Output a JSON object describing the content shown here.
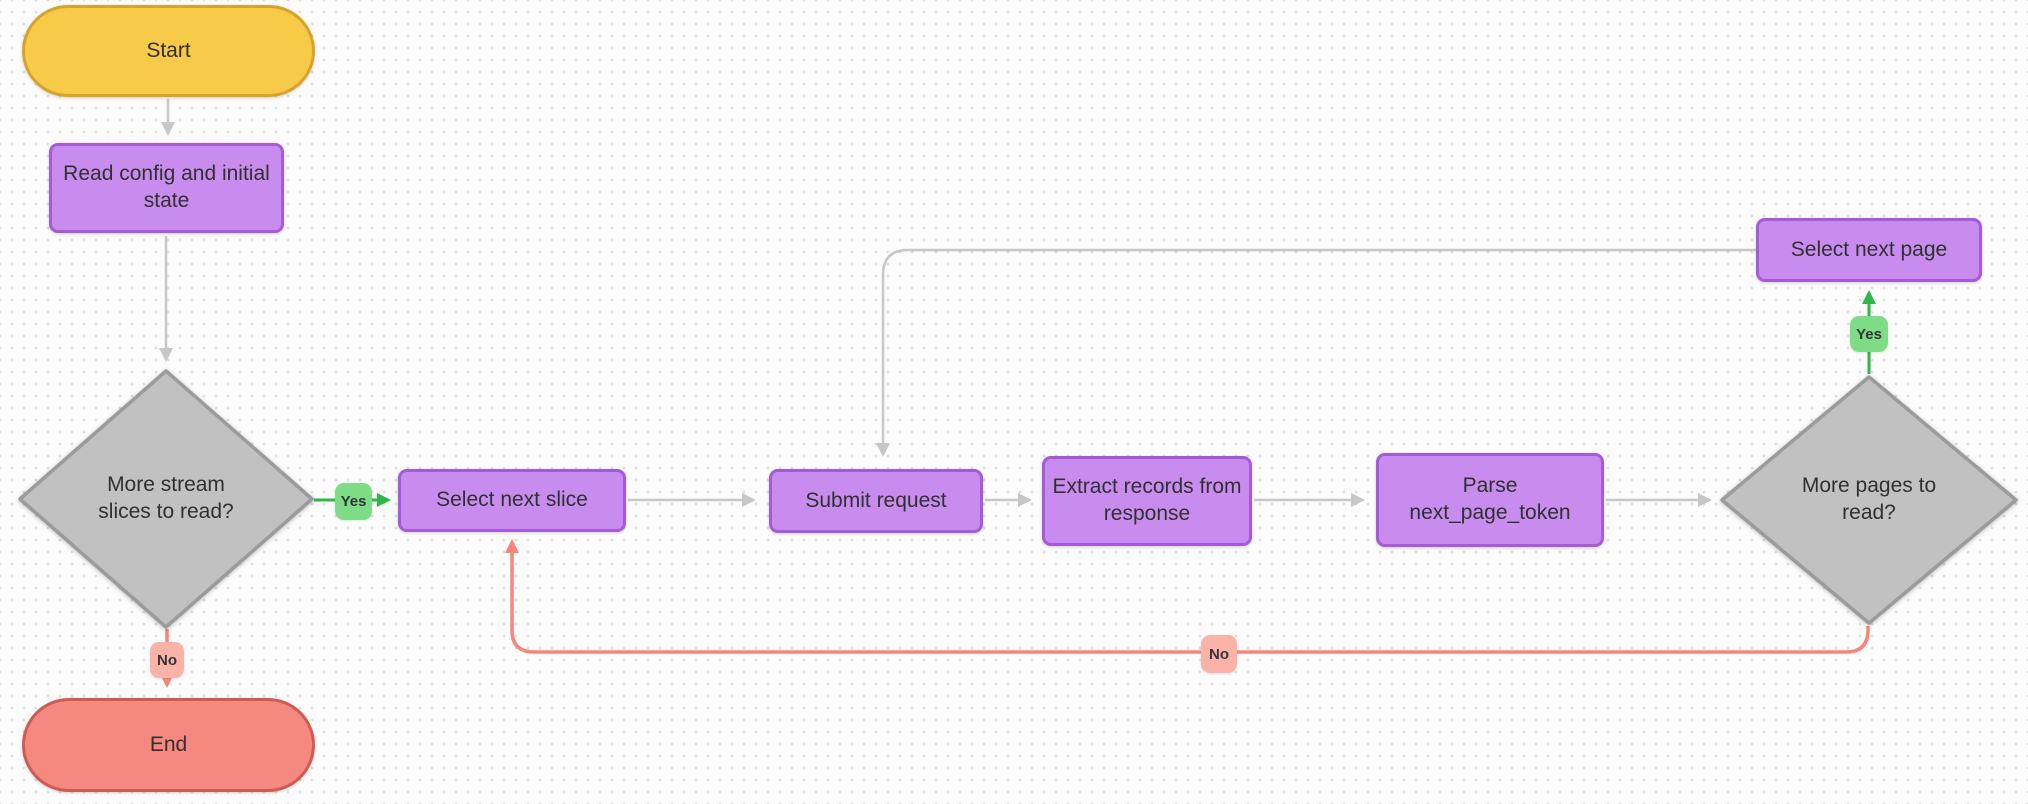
{
  "diagram": {
    "type": "flowchart",
    "nodes": {
      "start": {
        "label": "Start",
        "shape": "terminator"
      },
      "read_config": {
        "label": "Read config and initial state",
        "shape": "process"
      },
      "more_slices": {
        "label": "More stream slices to read?",
        "shape": "decision"
      },
      "select_next_slice": {
        "label": "Select next slice",
        "shape": "process"
      },
      "submit_request": {
        "label": "Submit request",
        "shape": "process"
      },
      "extract_records": {
        "label": "Extract records from response",
        "shape": "process"
      },
      "parse_token": {
        "label": "Parse next_page_token",
        "shape": "process"
      },
      "more_pages": {
        "label": "More pages to read?",
        "shape": "decision"
      },
      "select_next_page": {
        "label": "Select next page",
        "shape": "process"
      },
      "end": {
        "label": "End",
        "shape": "terminator"
      }
    },
    "edge_labels": {
      "more_slices_yes": "Yes",
      "more_slices_no": "No",
      "more_pages_yes": "Yes",
      "more_pages_no": "No"
    },
    "edges": [
      "start -> read_config",
      "read_config -> more_slices",
      "more_slices -Yes-> select_next_slice",
      "more_slices -No-> end",
      "select_next_slice -> submit_request",
      "submit_request -> extract_records",
      "extract_records -> parse_token",
      "parse_token -> more_pages",
      "more_pages -Yes-> select_next_page",
      "select_next_page -> submit_request",
      "more_pages -No-> select_next_slice"
    ],
    "colors": {
      "background": "#fcfcfc",
      "grid_dot": "#dcdcdc",
      "start_fill": "#f7cb47",
      "start_border": "#d8a32b",
      "process_fill": "#c88cef",
      "process_border": "#a55ad8",
      "decision_fill": "#c1c1c1",
      "decision_border": "#9b9b9b",
      "end_fill": "#f6897f",
      "end_border": "#cf5c54",
      "yes_badge_fill": "#7edc87",
      "no_badge_fill": "#fbb3a7",
      "gray_edge": "#c7c7c7",
      "green_edge": "#2fb649",
      "red_edge": "#f8857c",
      "text": "#303030"
    }
  }
}
